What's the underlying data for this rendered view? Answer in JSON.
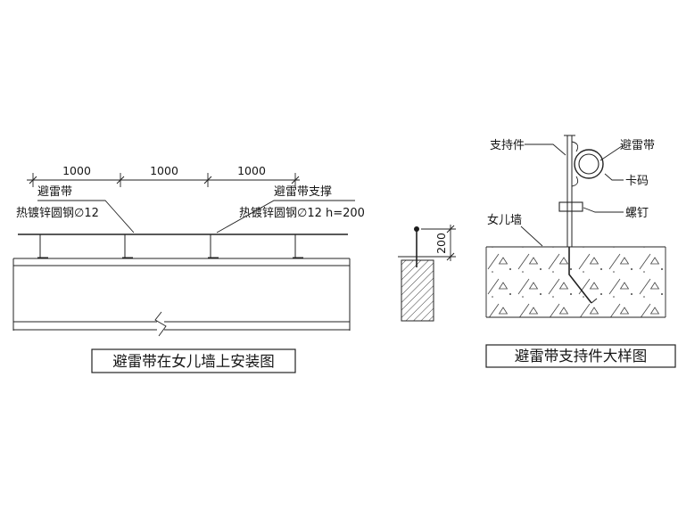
{
  "page": {
    "background": "#ffffff",
    "ink": "#1f1f1f"
  },
  "install_diagram": {
    "dim_labels": [
      "1000",
      "1000",
      "1000"
    ],
    "belt_label_line1": "避雷带",
    "belt_label_line2": "热镀锌圆钢∅12",
    "support_label_line1": "避雷带支撑",
    "support_label_line2": "热镀锌圆钢∅12 h=200",
    "section_dim": "200",
    "title": "避雷带在女儿墙上安装图"
  },
  "detail_diagram": {
    "label_support": "支持件",
    "label_belt": "避雷带",
    "label_clamp": "卡码",
    "label_screw": "螺钉",
    "label_parapet": "女儿墙",
    "title": "避雷带支持件大样图"
  }
}
